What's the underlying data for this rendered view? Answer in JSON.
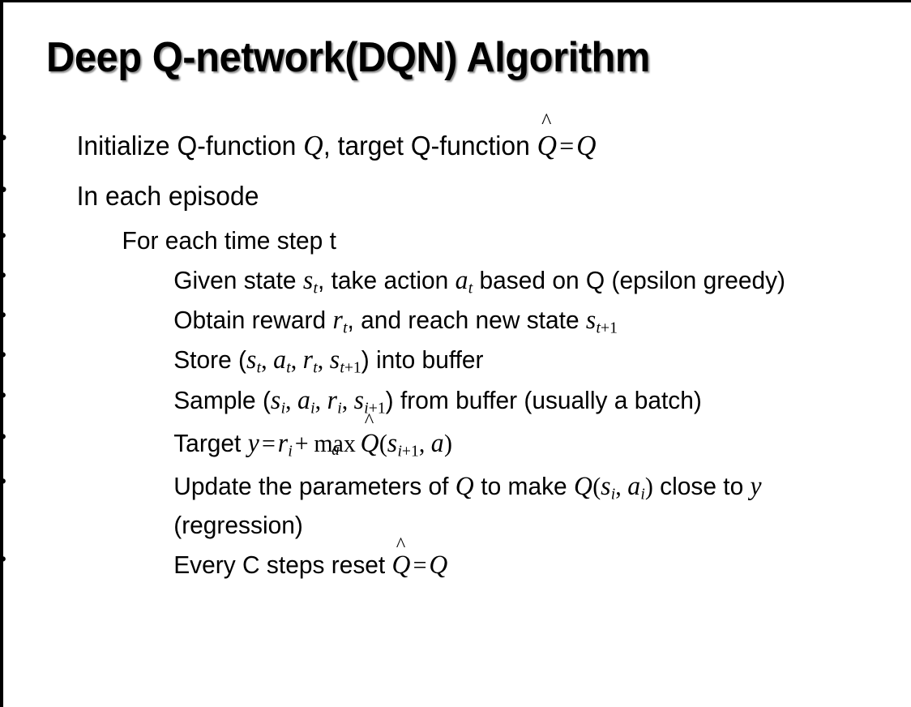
{
  "slide": {
    "title": "Deep Q-network(DQN) Algorithm",
    "background_color": "#ffffff",
    "text_color": "#000000",
    "border_color": "#000000"
  },
  "bullets": {
    "b1_prefix": "Initialize Q-function ",
    "b1_q1": "Q",
    "b1_mid": ", target Q-function ",
    "b1_qhat": "Q",
    "b1_hat": "^",
    "b1_eq": "=",
    "b1_q2": "Q",
    "b2": "In each episode",
    "b3": "For each time step t",
    "b4_a": "Given state ",
    "b4_s": "s",
    "b4_s_sub": "t",
    "b4_b": ", take action ",
    "b4_a2": "a",
    "b4_a2_sub": "t",
    "b4_c": " based on Q (epsilon greedy)",
    "b5_a": "Obtain reward ",
    "b5_r": "r",
    "b5_r_sub": "t",
    "b5_b": ", and reach new state ",
    "b5_s": "s",
    "b5_s_sub_i": "t",
    "b5_s_sub_plus": "+1",
    "b6_a": "Store (",
    "b6_s": "s",
    "b6_s_sub": "t",
    "b6_c1": ", ",
    "b6_a2": "a",
    "b6_a2_sub": "t",
    "b6_c2": ", ",
    "b6_r": "r",
    "b6_r_sub": "t",
    "b6_c3": ", ",
    "b6_s2": "s",
    "b6_s2_sub_i": "t",
    "b6_s2_sub_plus": "+1",
    "b6_end": ") into buffer",
    "b7_a": "Sample (",
    "b7_s": "s",
    "b7_s_sub": "i",
    "b7_c1": ", ",
    "b7_a2": "a",
    "b7_a2_sub": "i",
    "b7_c2": ", ",
    "b7_r": "r",
    "b7_r_sub": "i",
    "b7_c3": ", ",
    "b7_s2": "s",
    "b7_s2_sub_i": "i",
    "b7_s2_sub_plus": "+1",
    "b7_end": ") from buffer (usually a batch)",
    "b8_a": "Target ",
    "b8_y": "y",
    "b8_eq": "=",
    "b8_r": "r",
    "b8_r_sub": "i",
    "b8_plus": "+",
    "b8_max": "max",
    "b8_max_lim": "a",
    "b8_qhat": "Q",
    "b8_hat": "^",
    "b8_paren_open": "(",
    "b8_s": "s",
    "b8_s_sub_i": "i",
    "b8_s_sub_plus": "+1",
    "b8_comma": ", ",
    "b8_act": "a",
    "b8_paren_close": ")",
    "b9_a": "Update the parameters of ",
    "b9_q1": "Q",
    "b9_b": " to make ",
    "b9_q2": "Q",
    "b9_paren_open": "(",
    "b9_s": "s",
    "b9_s_sub": "i",
    "b9_comma": ", ",
    "b9_a2": "a",
    "b9_a2_sub": "i",
    "b9_paren_close": ")",
    "b9_c": " close to ",
    "b9_y": "y",
    "b9_d": " (regression)",
    "b10_a": "Every C steps reset ",
    "b10_qhat": "Q",
    "b10_hat": "^",
    "b10_eq": "=",
    "b10_q": "Q"
  },
  "icons": {
    "bullet_dot": "•"
  }
}
